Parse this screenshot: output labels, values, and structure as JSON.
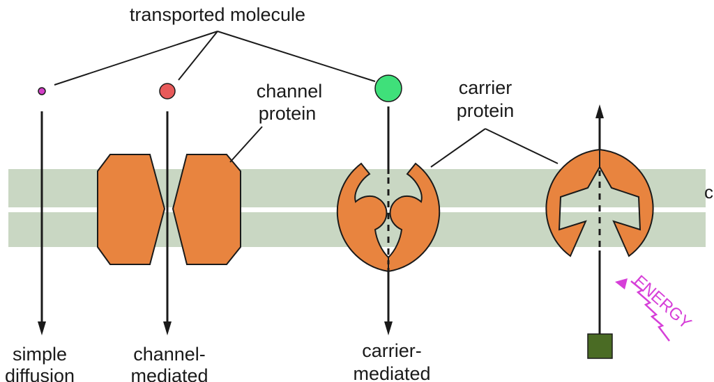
{
  "labels": {
    "transported_molecule": "transported molecule",
    "channel_protein": [
      "channel",
      "protein"
    ],
    "carrier_protein": [
      "carrier",
      "protein"
    ],
    "simple_diffusion": [
      "simple",
      "diffusion"
    ],
    "channel_mediated": [
      "channel-",
      "mediated"
    ],
    "carrier_mediated": [
      "carrier-",
      "mediated"
    ],
    "edge_letter": "c",
    "energy": "ENERGY"
  },
  "colors": {
    "membrane": "#c9d7c3",
    "protein": "#e8843f",
    "small_molecule": "#d23fc6",
    "medium_molecule": "#e85a5a",
    "large_molecule": "#3fe07a",
    "square": "#4a6b24",
    "energy": "#d63fd8"
  }
}
